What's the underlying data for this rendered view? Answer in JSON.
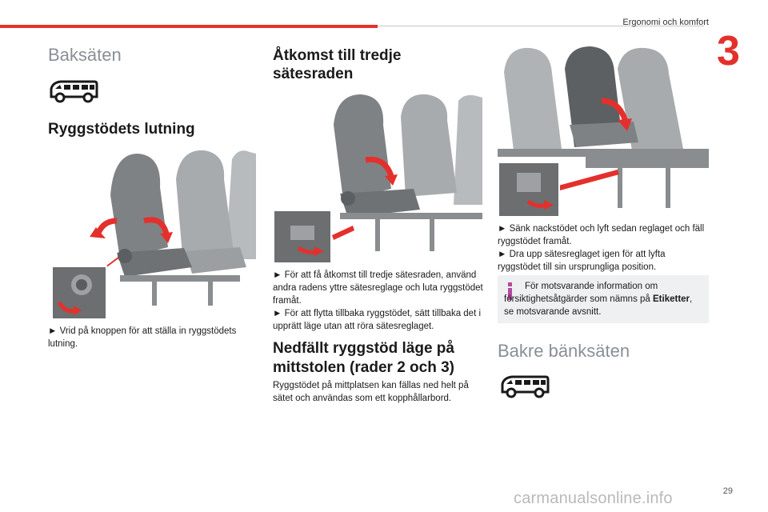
{
  "header": {
    "chapter_title": "Ergonomi och komfort",
    "chapter_number": "3"
  },
  "col1": {
    "heading": "Baksäten",
    "subheading": "Ryggstödets lutning",
    "text_1": "► Vrid på knoppen för att ställa in ryggstödets lutning."
  },
  "col2": {
    "heading": "Åtkomst till tredje sätesraden",
    "text_1": "► För att få åtkomst till tredje sätesraden, använd andra radens yttre sätesreglage och luta ryggstödet framåt.",
    "text_2": "► För att flytta tillbaka ryggstödet, sätt tillbaka det i upprätt läge utan att röra sätesreglaget.",
    "heading_2": "Nedfällt ryggstöd läge på mittstolen (rader 2 och 3)",
    "text_3": "Ryggstödet på mittplatsen kan fällas ned helt på sätet och användas som ett kopphållarbord."
  },
  "col3": {
    "text_1": "► Sänk nackstödet och lyft sedan reglaget och fäll ryggstödet framåt.",
    "text_2": "► Dra upp sätesreglaget igen för att lyfta ryggstödet till sin ursprungliga position.",
    "info_text": "För motsvarande information om försiktighetsåtgärder som nämns på",
    "info_bold": "Etiketter",
    "info_tail": ", se motsvarande avsnitt.",
    "heading": "Bakre bänksäten"
  },
  "footer": {
    "page_number": "29",
    "watermark": "carmanualsonline.info"
  },
  "colors": {
    "accent_red": "#e4302c",
    "heading_gray": "#8a8f96",
    "info_bg": "#eef0f2"
  }
}
